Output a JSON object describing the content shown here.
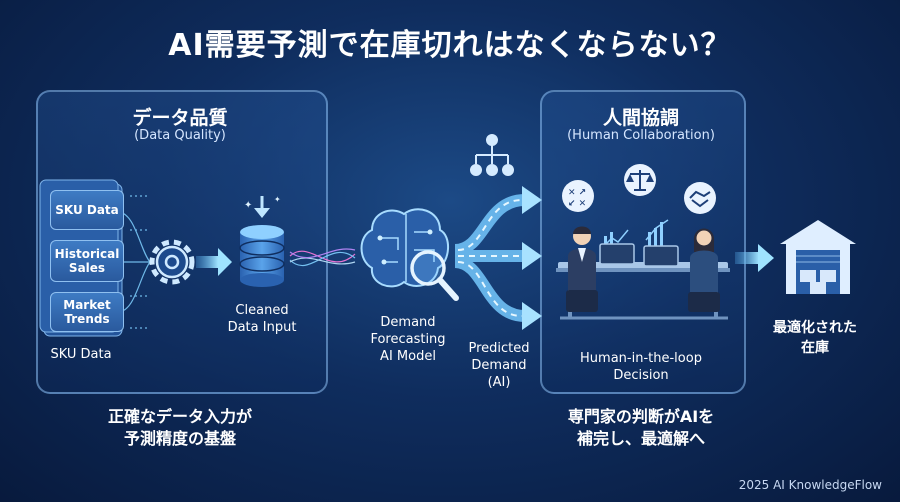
{
  "title": "AI需要予測で在庫切れはなくならない？",
  "left_panel": {
    "heading": "データ品質",
    "subheading": "(Data Quality)",
    "sources": [
      "SKU Data",
      "Historical Sales",
      "Market Trends"
    ],
    "source_caption": "SKU Data",
    "cleaned_label_1": "Cleaned",
    "cleaned_label_2": "Data Input",
    "caption_1": "正確なデータ入力が",
    "caption_2": "予測精度の基盤"
  },
  "model": {
    "label_1": "Demand",
    "label_2": "Forecasting",
    "label_3": "AI Model"
  },
  "predicted": {
    "label_1": "Predicted",
    "label_2": "Demand",
    "label_3": "(AI)"
  },
  "right_panel": {
    "heading": "人間協調",
    "subheading": "(Human Collaboration)",
    "decision_1": "Human-in-the-loop",
    "decision_2": "Decision",
    "caption_1": "専門家の判断がAIを",
    "caption_2": "補完し、最適解へ"
  },
  "output": {
    "label_1": "最適化された",
    "label_2": "在庫"
  },
  "footer": "2025 AI KnowledgeFlow",
  "colors": {
    "background": "#0f2d5e",
    "accent": "#8fd6ff",
    "panel_border": "#8cbef0"
  }
}
